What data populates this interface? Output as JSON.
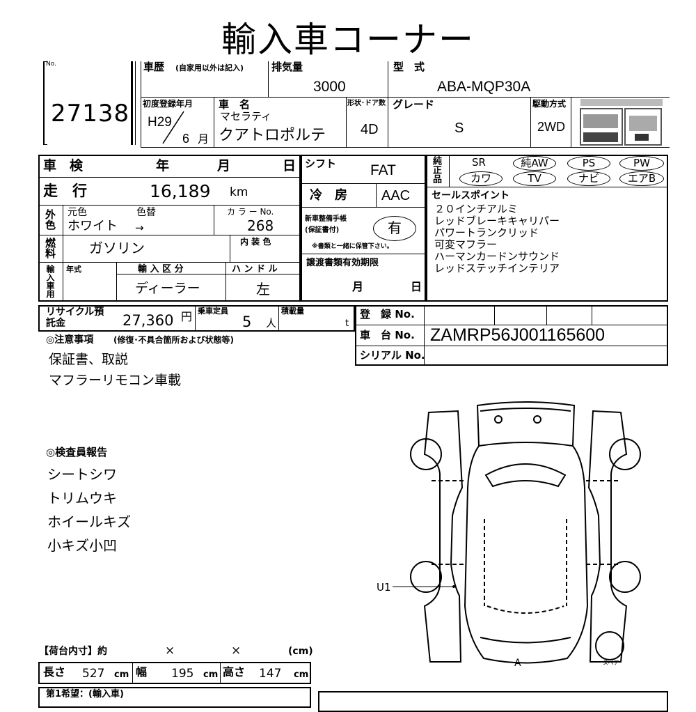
{
  "title": "輸入車コーナー",
  "header": {
    "no_label": "No.",
    "lot_number": "27138",
    "history_label": "車歴",
    "history_note": "(自家用以外は記入)",
    "displacement_label": "排気量",
    "displacement": "3000",
    "model_label": "型　式",
    "model": "ABA-MQP30A",
    "first_reg_label": "初度登録年月",
    "first_reg_year": "H29",
    "first_reg_month": "6",
    "month_unit": "月",
    "car_name_label": "車　名",
    "maker": "マセラティ",
    "car_name": "クアトロポルテ",
    "doors_label": "形状･ドア数",
    "doors": "4D",
    "grade_label": "グレード",
    "grade": "S",
    "drive_label": "駆動方式",
    "drive": "2WD"
  },
  "inspection": {
    "shaken_label": "車　検",
    "year_unit": "年",
    "month_unit": "月",
    "day_unit": "日",
    "mileage_label": "走　行",
    "mileage": "16,189",
    "mileage_unit": "km",
    "color_label_side": "外色",
    "orig_color_label": "元色",
    "color_change_label": "色替",
    "color": "ホワイト",
    "arrow": "→",
    "color_no_label": "カ ラ ー No.",
    "color_no": "268",
    "fuel_label": "燃料",
    "fuel": "ガソリン",
    "interior_label": "内 装 色",
    "import_label": "輸入車用",
    "model_year_label": "年式",
    "import_type_label": "輸 入 区 分",
    "import_type": "ディーラー",
    "handle_label": "ハ ン ド ル",
    "handle": "左",
    "shift_label": "シフト",
    "shift": "FAT",
    "ac_label": "冷　房",
    "ac": "AAC",
    "records_label": "新車整備手帳(保証書付)",
    "records": "有",
    "records_note": "※書類と一緒に保管下さい。",
    "transfer_label": "譲渡書類有効期限",
    "transfer_month": "月",
    "transfer_day": "日"
  },
  "equipment": {
    "label": "純正品",
    "row1": [
      "SR",
      "純AW",
      "PS",
      "PW"
    ],
    "row2": [
      "カワ",
      "TV",
      "ナビ",
      "エアB"
    ]
  },
  "sales_points": {
    "label": "セールスポイント",
    "items": [
      "２０インチアルミ",
      "レッドブレーキキャリパー",
      "パワートランクリッド",
      "可変マフラー",
      "ハーマンカードンサウンド",
      "レッドステッチインテリア"
    ]
  },
  "recycle": {
    "label": "リサイクル預託金",
    "amount": "27,360",
    "yen": "円",
    "capacity_label": "乗車定員",
    "capacity": "5",
    "person_unit": "人",
    "load_label": "積載量",
    "load_unit": "t"
  },
  "registration": {
    "reg_no_label": "登　録 No.",
    "chassis_label": "車　台 No.",
    "chassis": "ZAMRP56J001165600",
    "serial_label": "シリアル No."
  },
  "notes": {
    "label": "◎注意事項",
    "note_sub": "(修復･不具合箇所および状態等)",
    "items": [
      "保証書、取説",
      "マフラーリモコン車載"
    ]
  },
  "inspector": {
    "label": "◎検査員報告",
    "items": [
      "シートシワ",
      "トリムウキ",
      "ホイールキズ",
      "小キズ小凹"
    ]
  },
  "diagram": {
    "mark_u1": "U1",
    "mark_a": "A",
    "spare_label": "スペア"
  },
  "cargo": {
    "label": "【荷台内寸】約",
    "x1": "×",
    "x2": "×",
    "unit_label": "(cm)",
    "length_label": "長さ",
    "length": "527",
    "width_label": "幅",
    "width": "195",
    "height_label": "高さ",
    "height": "147",
    "cm": "cm"
  },
  "footer": {
    "hope_label": "第1希望：(輸入車)"
  }
}
